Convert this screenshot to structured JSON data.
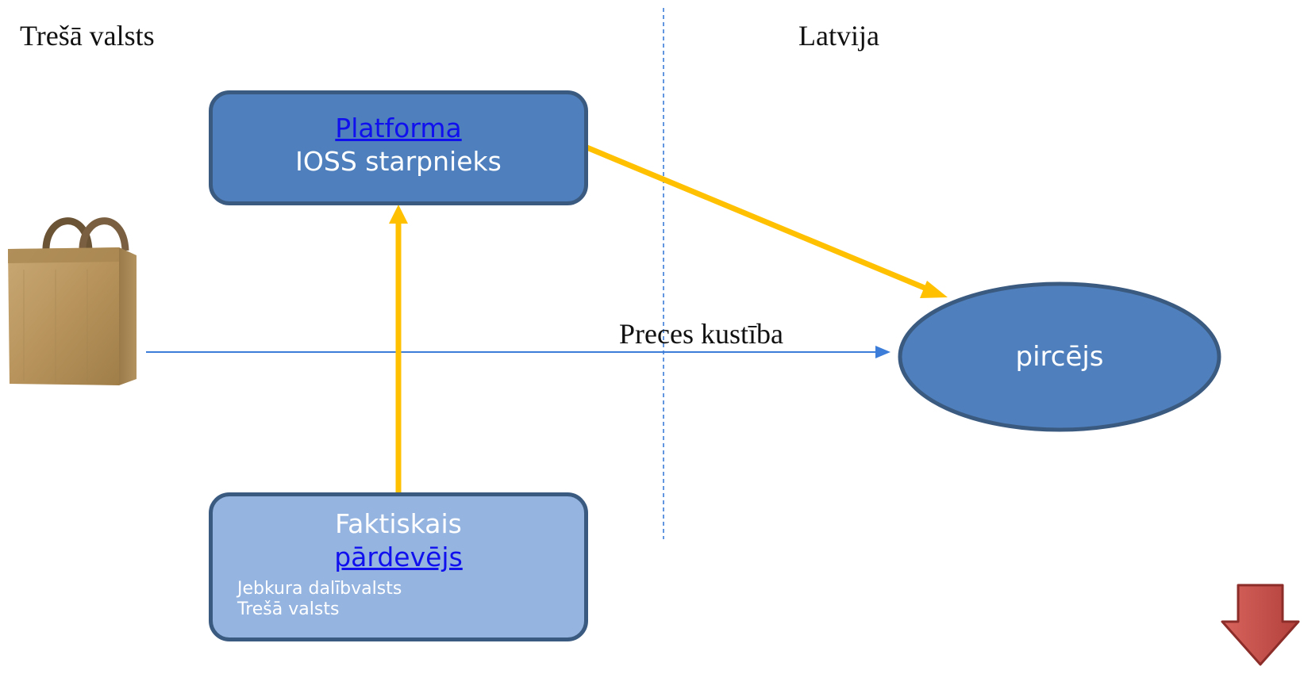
{
  "regions": {
    "third_country": "Trešā valsts",
    "latvia": "Latvija"
  },
  "platform_box": {
    "link_text": "Platforma",
    "subtitle": "IOSS starpnieks"
  },
  "seller_box": {
    "line1": "Faktiskais",
    "link_text": "pārdevējs",
    "detail1": "Jebkura dalībvalsts",
    "detail2": "Trešā valsts"
  },
  "buyer": {
    "label": "pircējs"
  },
  "goods_flow": {
    "label": "Preces kustība"
  },
  "colors": {
    "box_dark": "#4f80bd",
    "box_light": "#95b4e0",
    "box_border": "#3b5a80",
    "arrow_yellow": "#ffc000",
    "flow_blue": "#3b7dd8",
    "nav_arrow": "#c0504d"
  },
  "icons": {
    "bag": "shopping-bag-icon",
    "nav": "down-arrow-icon"
  }
}
